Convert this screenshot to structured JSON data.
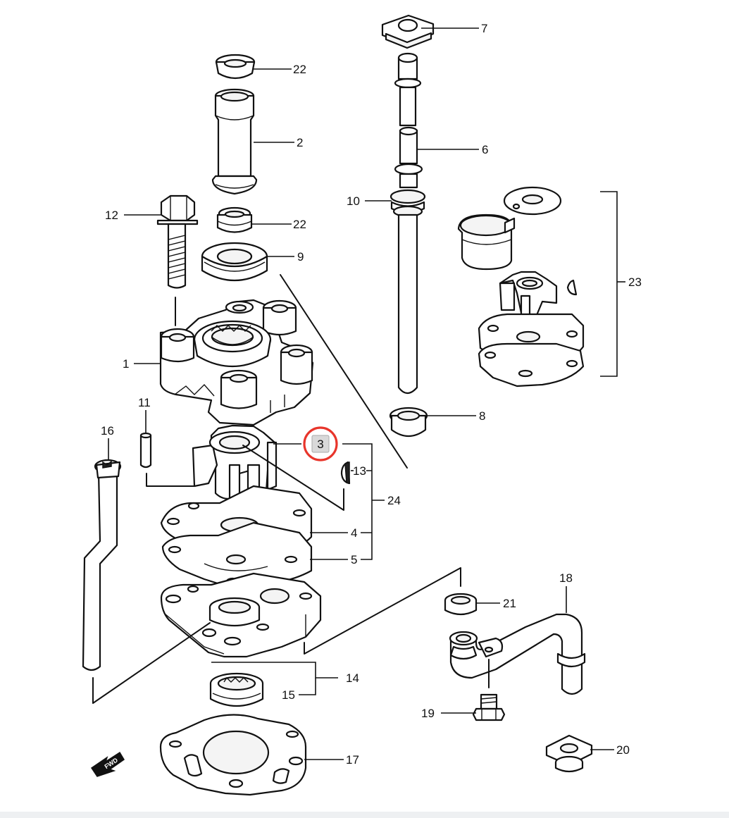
{
  "diagram": {
    "callouts": {
      "c1": "1",
      "c2": "2",
      "c3": "3",
      "c4": "4",
      "c5": "5",
      "c6": "6",
      "c7": "7",
      "c8": "8",
      "c9": "9",
      "c10": "10",
      "c11": "11",
      "c12": "12",
      "c13": "13",
      "c14": "14",
      "c15": "15",
      "c16": "16",
      "c17": "17",
      "c18": "18",
      "c19": "19",
      "c20": "20",
      "c21": "21",
      "c22a": "22",
      "c22b": "22",
      "c23": "23",
      "c24": "24"
    },
    "highlighted_part": "3",
    "highlight_color": "#e8352b",
    "direction_arrow": "FWD"
  }
}
